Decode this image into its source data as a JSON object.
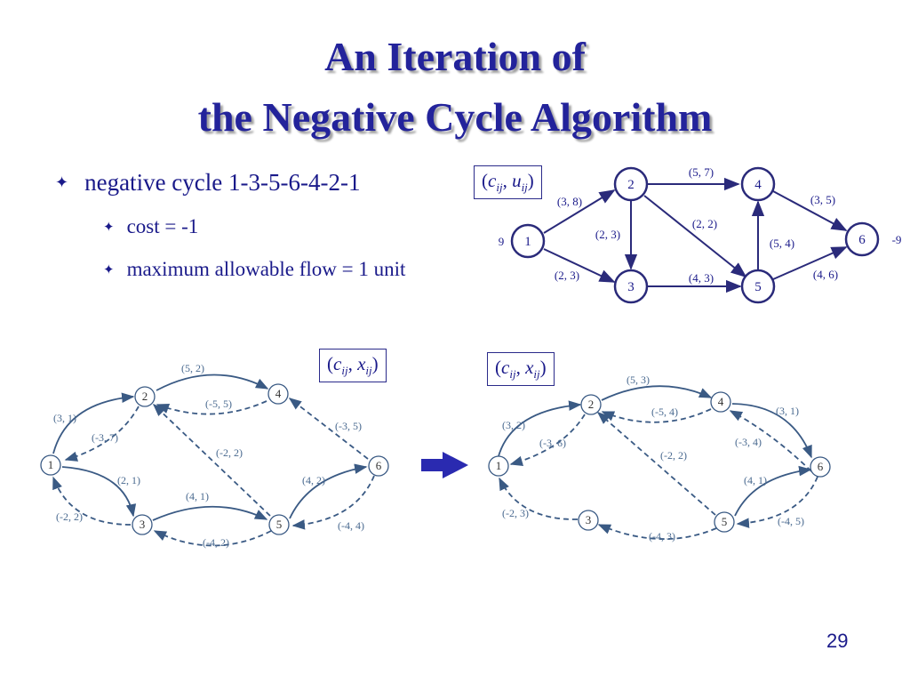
{
  "title": {
    "line1": "An Iteration of",
    "line2": "the Negative Cycle Algorithm"
  },
  "bullets": {
    "main": "negative cycle 1-3-5-6-4-2-1",
    "sub1": "cost = -1",
    "sub2": "maximum allowable flow = 1 unit",
    "symbol": "✦"
  },
  "legends": {
    "top": {
      "open": "(",
      "c": "c",
      "c_sub": "ij",
      "sep": ", ",
      "v": "u",
      "v_sub": "ij",
      "close": ")"
    },
    "left": {
      "open": "(",
      "c": "c",
      "c_sub": "ij",
      "sep": ", ",
      "v": "x",
      "v_sub": "ij",
      "close": ")"
    },
    "right": {
      "open": "(",
      "c": "c",
      "c_sub": "ij",
      "sep": ", ",
      "v": "x",
      "v_sub": "ij",
      "close": ")"
    }
  },
  "top_graph": {
    "nodes": [
      "1",
      "2",
      "3",
      "4",
      "5",
      "6"
    ],
    "supply": {
      "node1": "9",
      "node6": "-9"
    },
    "edge_labels": {
      "e12": "(3, 8)",
      "e13": "(2, 3)",
      "e23": "(2, 3)",
      "e24": "(5, 7)",
      "e25": "(2, 2)",
      "e35": "(4, 3)",
      "e54": "(5, 4)",
      "e46": "(3, 5)",
      "e56": "(4, 6)"
    }
  },
  "left_graph": {
    "nodes": [
      "1",
      "2",
      "3",
      "4",
      "5",
      "6"
    ],
    "edge_labels": {
      "e24": "(5, 2)",
      "e42": "(-5, 5)",
      "e12": "(3, 1)",
      "e21": "(-3, 7)",
      "e52": "(-2, 2)",
      "e64": "(-3, 5)",
      "e13": "(2, 1)",
      "e31": "(-2, 2)",
      "e35": "(4, 1)",
      "e53": "(-4, 2)",
      "e56": "(4, 2)",
      "e65": "(-4, 4)"
    }
  },
  "right_graph": {
    "nodes": [
      "1",
      "2",
      "3",
      "4",
      "5",
      "6"
    ],
    "edge_labels": {
      "e24": "(5, 3)",
      "e42": "(-5, 4)",
      "e12": "(3, 2)",
      "e21": "(-3, 6)",
      "e52": "(-2, 2)",
      "e46": "(3, 1)",
      "e64": "(-3, 4)",
      "e31": "(-2, 3)",
      "e53": "(-4, 3)",
      "e56": "(4, 1)",
      "e65": "(-4, 5)"
    }
  },
  "page_number": "29",
  "colors": {
    "title": "#23239b",
    "diagram_solid": "#2a2a7a",
    "diagram_flow": "#4a6a90"
  }
}
